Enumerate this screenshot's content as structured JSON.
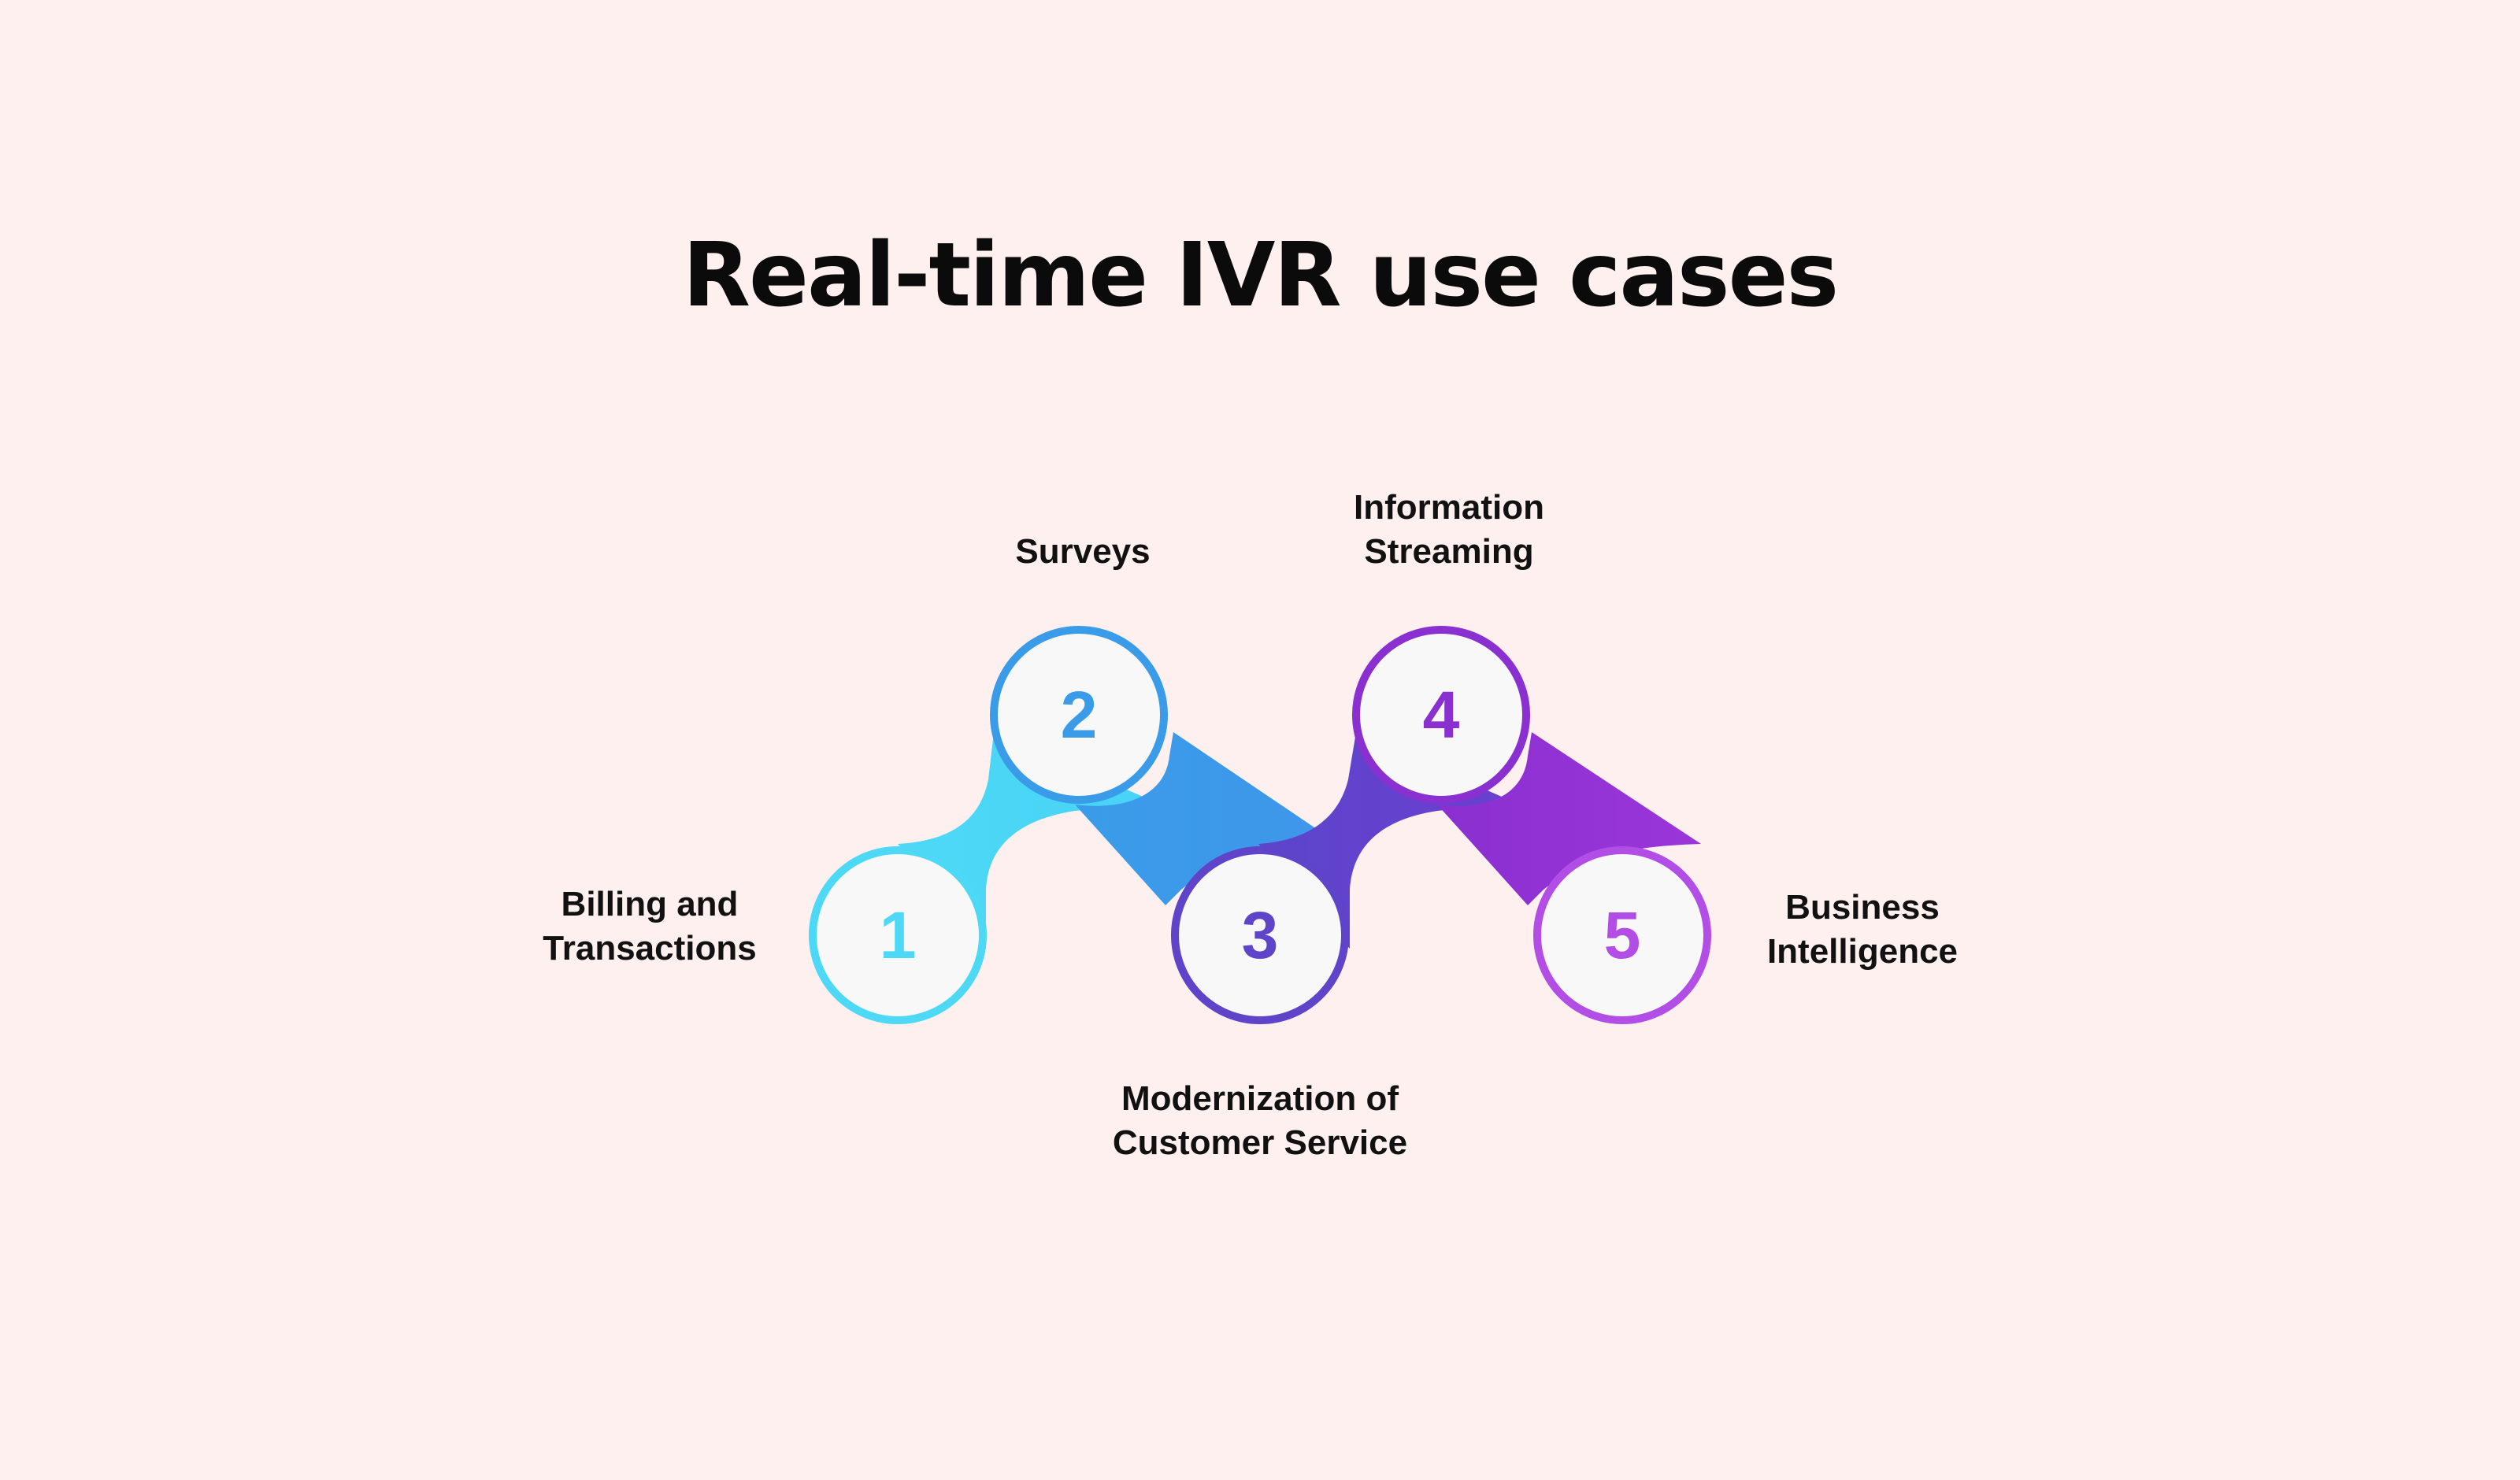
{
  "title": "Real-time IVR use cases",
  "steps": [
    {
      "number": "1",
      "label": "Billing and\nTransactions",
      "color": "#4dd9f6"
    },
    {
      "number": "2",
      "label": "Surveys",
      "color": "#3a9ce9"
    },
    {
      "number": "3",
      "label": "Modernization of\nCustomer Service",
      "color": "#5f43c9"
    },
    {
      "number": "4",
      "label": "Information\nStreaming",
      "color": "#8a2fd0"
    },
    {
      "number": "5",
      "label": "Business\nIntelligence",
      "color": "#b24ee6"
    }
  ],
  "colors": {
    "background": "#fef0ee",
    "circle_fill": "#f8f8f8",
    "title": "#0b0b0b",
    "label": "#111111"
  }
}
